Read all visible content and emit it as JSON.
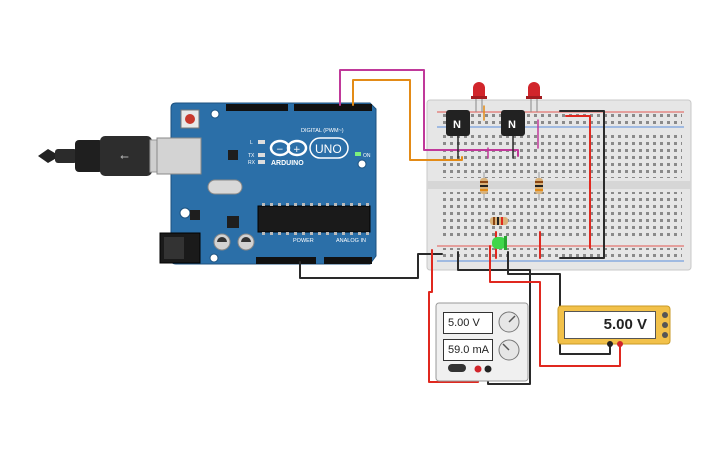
{
  "arduino": {
    "brand_label": "ARDUINO",
    "model_label": "UNO",
    "digital_label": "DIGITAL (PWM~)",
    "power_label": "POWER",
    "analog_label": "ANALOG IN",
    "on_label": "ON",
    "tx_label": "TX",
    "rx_label": "RX",
    "l_label": "L",
    "board_color": "#2b6fa8"
  },
  "transistors": {
    "left_label": "N",
    "right_label": "N"
  },
  "power_supply": {
    "voltage_display": "5.00 V",
    "current_display": "59.0 mA"
  },
  "multimeter": {
    "reading": "5.00 V"
  },
  "wire_colors": {
    "red": "#e0281f",
    "black": "#2a2a2a",
    "orange": "#e38b17",
    "magenta": "#c0399a"
  }
}
